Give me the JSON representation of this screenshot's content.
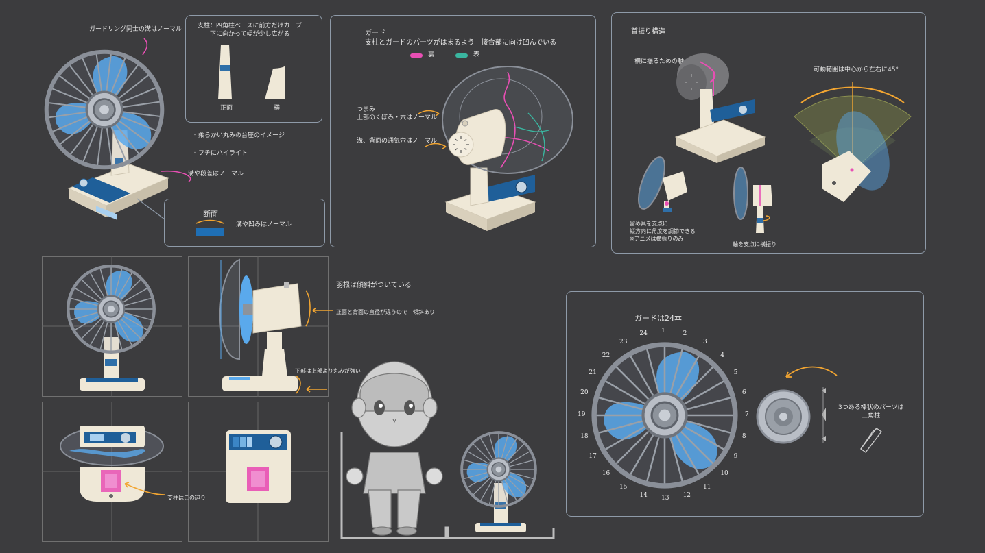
{
  "notes": {
    "guard_ring_groove": "ガードリング同士の溝はノーマル",
    "pillar_title": "支柱：四角柱ベースに前方だけカーブ\n　　下に向かって幅が少し広がる",
    "front": "正面",
    "side": "横",
    "soft_base": "・柔らかい丸みの台座のイメージ",
    "edge_highlight": "・フチにハイライト",
    "groove_step": "溝や段差はノーマル",
    "section": "断面",
    "section_groove": "溝や凹みはノーマル",
    "guard_title": "ガード\n支柱とガードのパーツがはまるよう　接合部に向け凹んでいる",
    "legend_back": "裏",
    "legend_front": "表",
    "knob": "つまみ\n上部のくぼみ・穴はノーマル",
    "vent": "溝、背面の通気穴はノーマル",
    "swing_title": "首振り構造",
    "swing_axis": "横に振るための軸",
    "swing_range": "可動範囲は中心から左右に45°",
    "tilt_note": "留め具を支点に\n縦方向に角度を調節できる\n※アニメは横振りのみ",
    "axis_swing": "軸を支点に横振り",
    "blade_tilt": "羽根は傾斜がついている",
    "tilt_diff": "正面と背面の直径が違うので　傾斜あり",
    "lower_round": "下部は上部より丸みが強い",
    "pillar_here": "支柱はこの辺り",
    "guard_count": "ガードは24本",
    "triangle_parts": "3つある棒状のパーツは\n三角柱"
  },
  "guard_numbers": [
    "1",
    "2",
    "3",
    "4",
    "5",
    "6",
    "7",
    "8",
    "9",
    "10",
    "11",
    "12",
    "13",
    "14",
    "15",
    "16",
    "17",
    "18",
    "19",
    "20",
    "21",
    "22",
    "23",
    "24"
  ],
  "colors": {
    "background": "#3c3c3e",
    "blade": "#5aa9ec",
    "cream": "#efe8d7",
    "guard": "#8a8f98",
    "accent_orange": "#f2a531",
    "accent_pink": "#e84fb4",
    "accent_teal": "#3ab6a0",
    "panel_blue": "#1f5f99"
  }
}
